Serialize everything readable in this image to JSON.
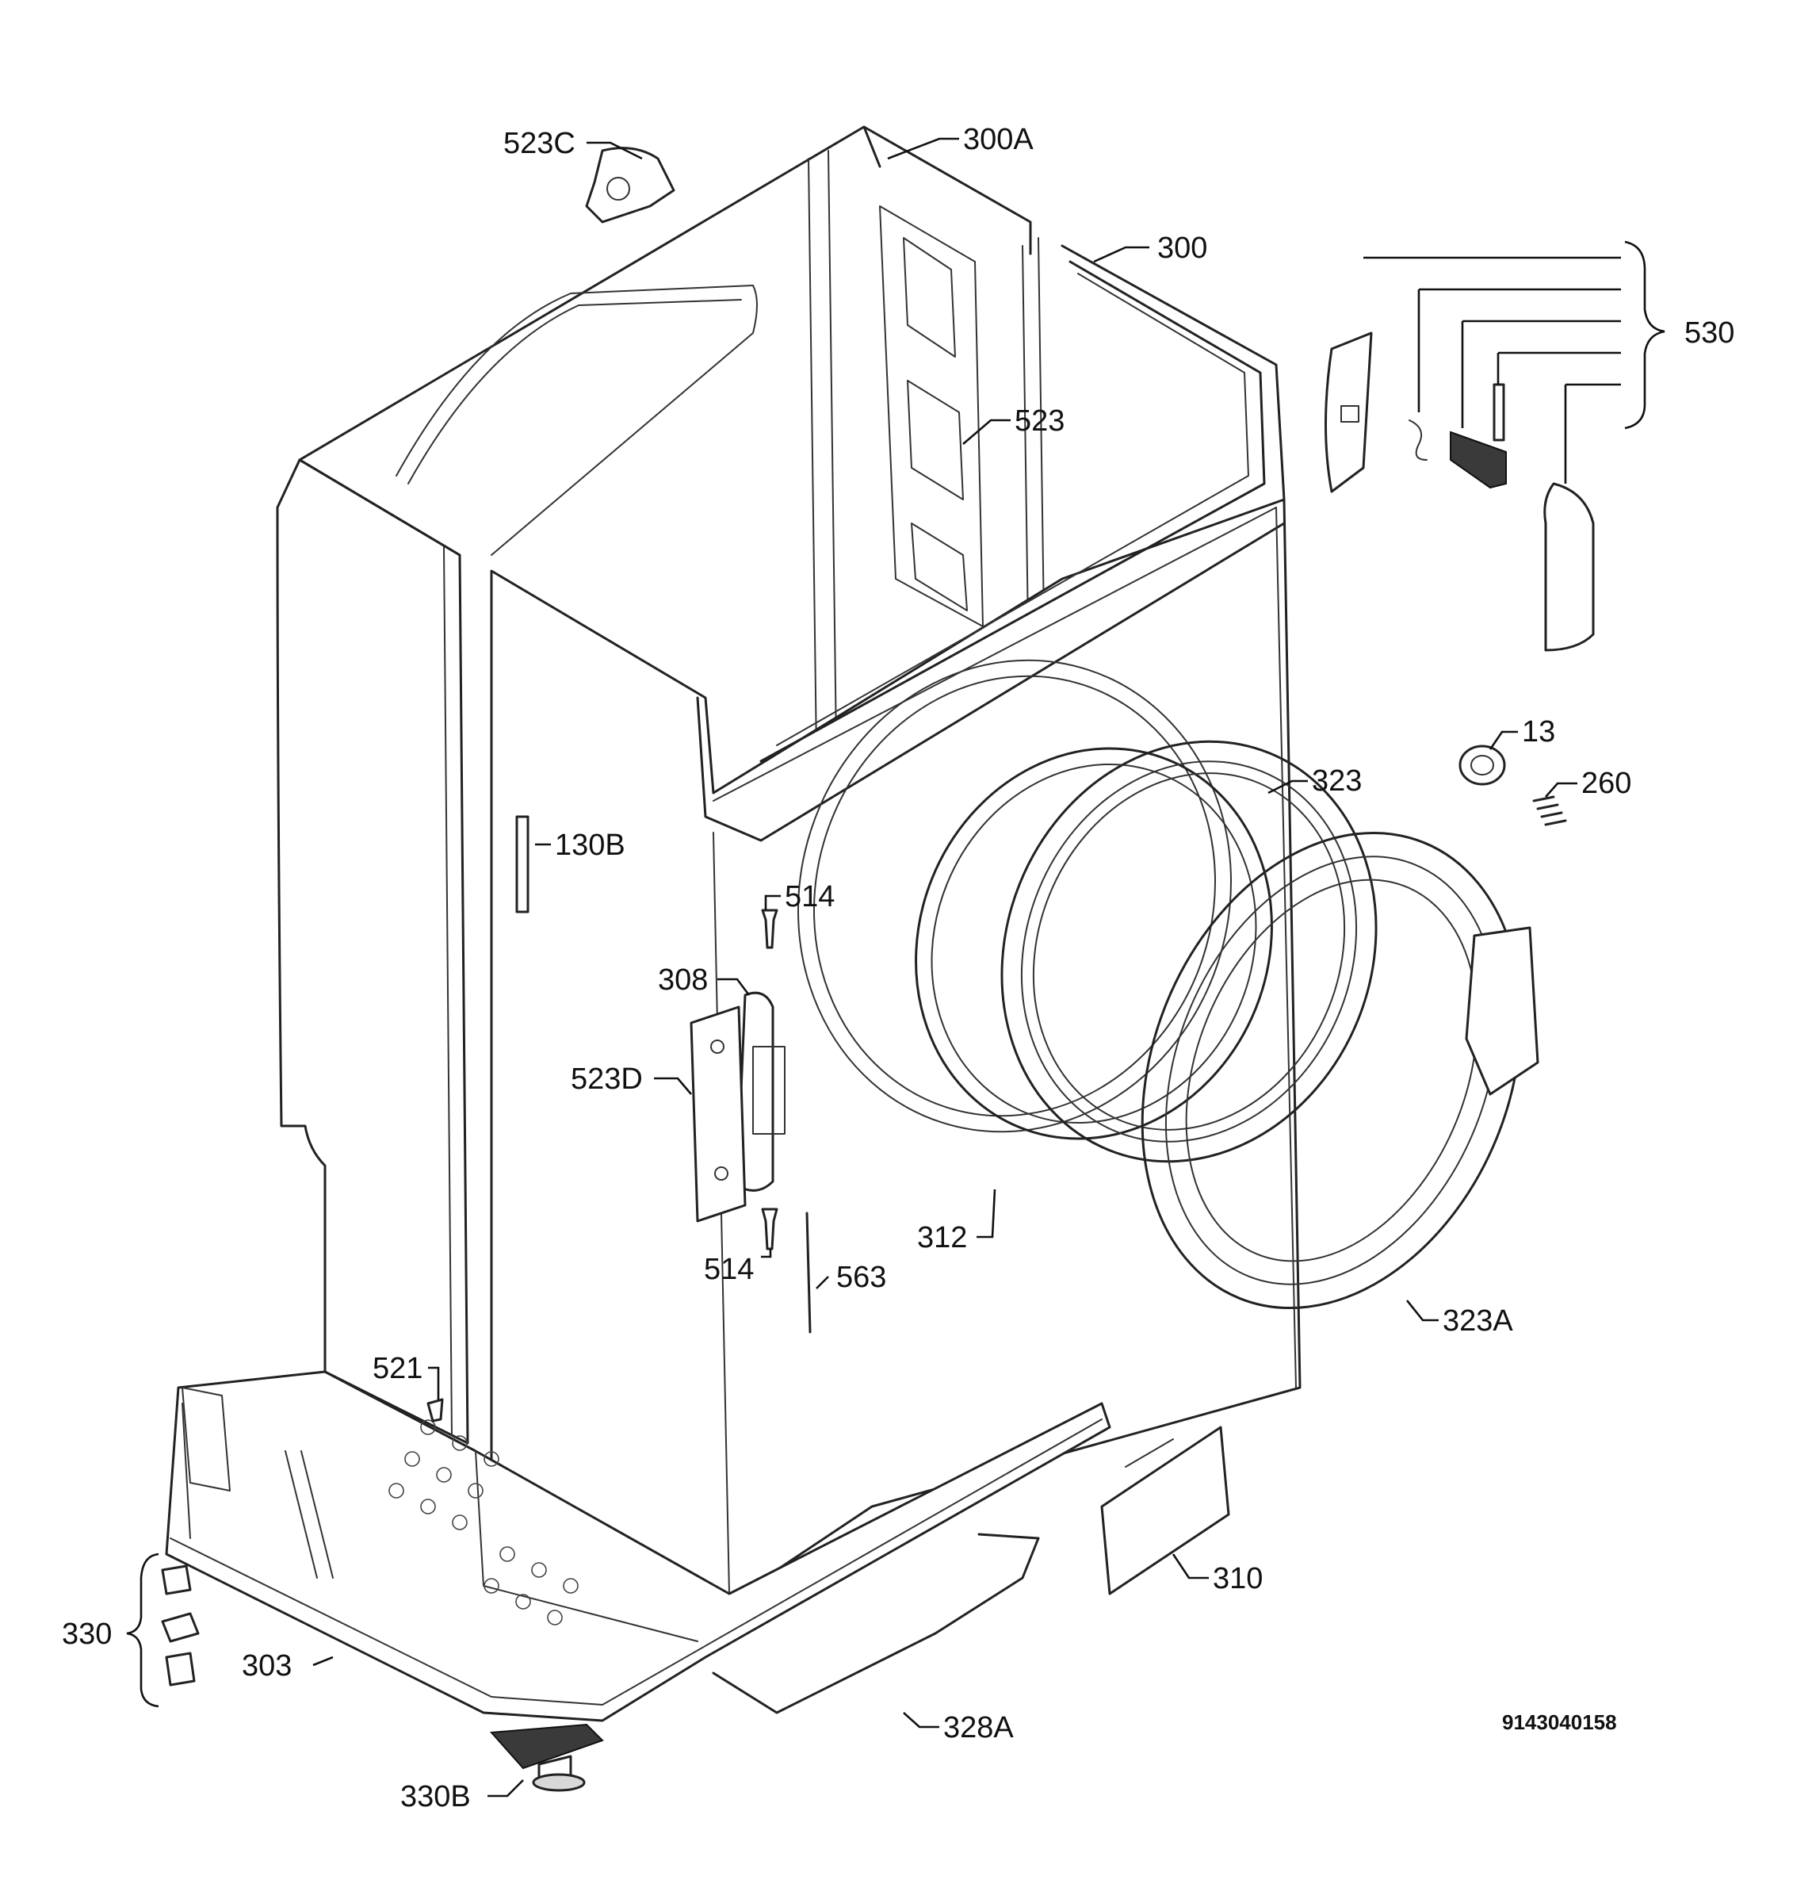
{
  "diagram": {
    "document_number": "9143040158",
    "callouts": {
      "c523C": "523C",
      "c300A": "300A",
      "c300": "300",
      "c530": "530",
      "c523": "523",
      "c13": "13",
      "c260": "260",
      "c323": "323",
      "c130B": "130B",
      "c514a": "514",
      "c308": "308",
      "c523D": "523D",
      "c312": "312",
      "c514b": "514",
      "c563": "563",
      "c323A": "323A",
      "c521": "521",
      "c310": "310",
      "c330": "330",
      "c303": "303",
      "c328A": "328A",
      "c330B": "330B"
    }
  }
}
